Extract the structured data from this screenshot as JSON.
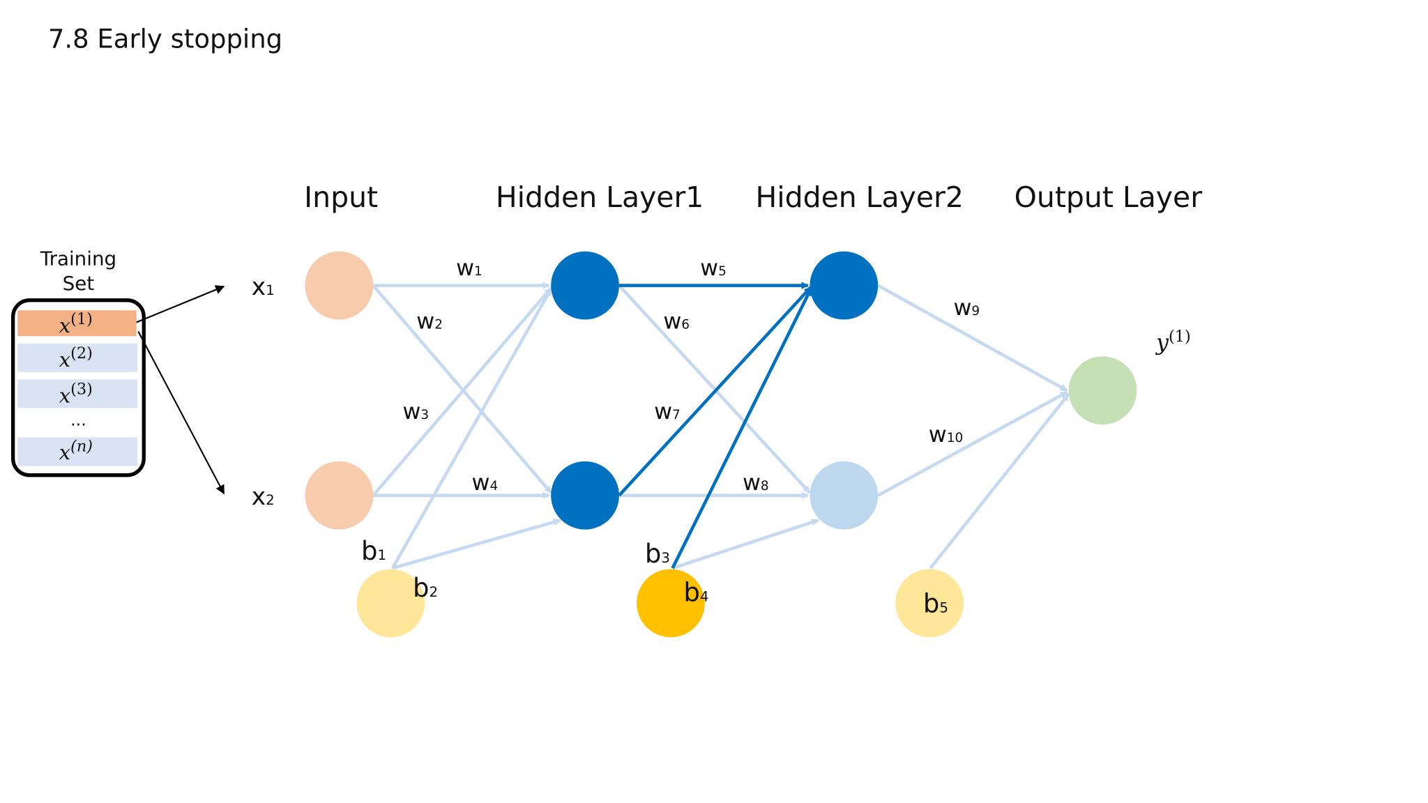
{
  "title": "7.8 Early stopping",
  "layers": [
    "Input",
    "Hidden Layer1",
    "Hidden Layer2",
    "Output Layer"
  ],
  "training_set": {
    "label_line1": "Training",
    "label_line2": "Set",
    "rows": [
      {
        "base": "x",
        "sup": "(1)",
        "selected": true
      },
      {
        "base": "x",
        "sup": "(2)",
        "selected": false
      },
      {
        "base": "x",
        "sup": "(3)",
        "selected": false
      },
      {
        "base": "x",
        "sup": "(n)",
        "selected": false
      }
    ],
    "ellipsis": "..."
  },
  "inputs": [
    {
      "base": "x",
      "sub": "1"
    },
    {
      "base": "x",
      "sub": "2"
    }
  ],
  "weights": [
    {
      "base": "w",
      "sub": "1"
    },
    {
      "base": "w",
      "sub": "2"
    },
    {
      "base": "w",
      "sub": "3"
    },
    {
      "base": "w",
      "sub": "4"
    },
    {
      "base": "w",
      "sub": "5"
    },
    {
      "base": "w",
      "sub": "6"
    },
    {
      "base": "w",
      "sub": "7"
    },
    {
      "base": "w",
      "sub": "8"
    },
    {
      "base": "w",
      "sub": "9"
    },
    {
      "base": "w",
      "sub": "10"
    }
  ],
  "biases": [
    {
      "base": "b",
      "sub": "1"
    },
    {
      "base": "b",
      "sub": "2"
    },
    {
      "base": "b",
      "sub": "3"
    },
    {
      "base": "b",
      "sub": "4"
    },
    {
      "base": "b",
      "sub": "5"
    }
  ],
  "output": {
    "base": "y",
    "sup": "(1)"
  },
  "colors": {
    "input_node": "#F8CBAD",
    "bias_node": "#FFE699",
    "bias_active": "#FFC000",
    "hidden_active": "#0070C0",
    "hidden_inactive": "#BDD7EE",
    "output_node": "#C5E0B4",
    "edge_light": "#C5D9F1",
    "edge_active": "#0070C0",
    "row_selected": "#F4B183",
    "row_default": "#DAE3F3"
  }
}
